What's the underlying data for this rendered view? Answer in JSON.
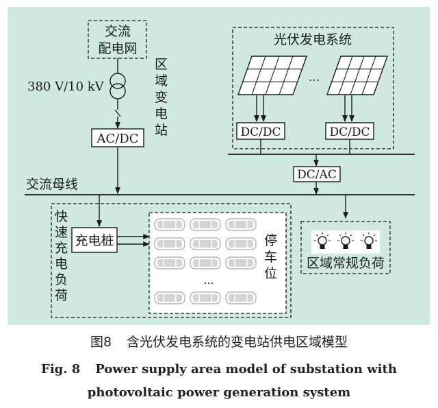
{
  "colors": {
    "background": "#cfe9e2",
    "line": "#1a1a1a",
    "panel_bg": "#ffffff",
    "car": "#c8c8c8"
  },
  "grid_label": [
    "交流",
    "配电网"
  ],
  "transformer_label": "380 V/10 kV",
  "substation_label": [
    "区",
    "域",
    "变",
    "电",
    "站"
  ],
  "ac_dc_label": "AC/DC",
  "pv_system_label": "光伏发电系统",
  "pv_ellipsis": "...",
  "pv_converter_labels": [
    "DC/DC",
    "DC/DC"
  ],
  "inverter_label": "DC/AC",
  "ac_bus_label": "交流母线",
  "fast_charging_load_label": [
    "快",
    "速",
    "充",
    "电",
    "负",
    "荷"
  ],
  "charger_label": "充电桩",
  "parking_label": [
    "停",
    "车",
    "位"
  ],
  "parking_ellipsis": "...",
  "regular_load_label": "区域常规负荷",
  "caption": {
    "zh_number": "图8",
    "zh_text": "含光伏发电系统的变电站供电区域模型",
    "en_line1_number": "Fig. 8",
    "en_line1_text": "Power supply area model of substation with",
    "en_line2": "photovoltaic power generation system"
  }
}
